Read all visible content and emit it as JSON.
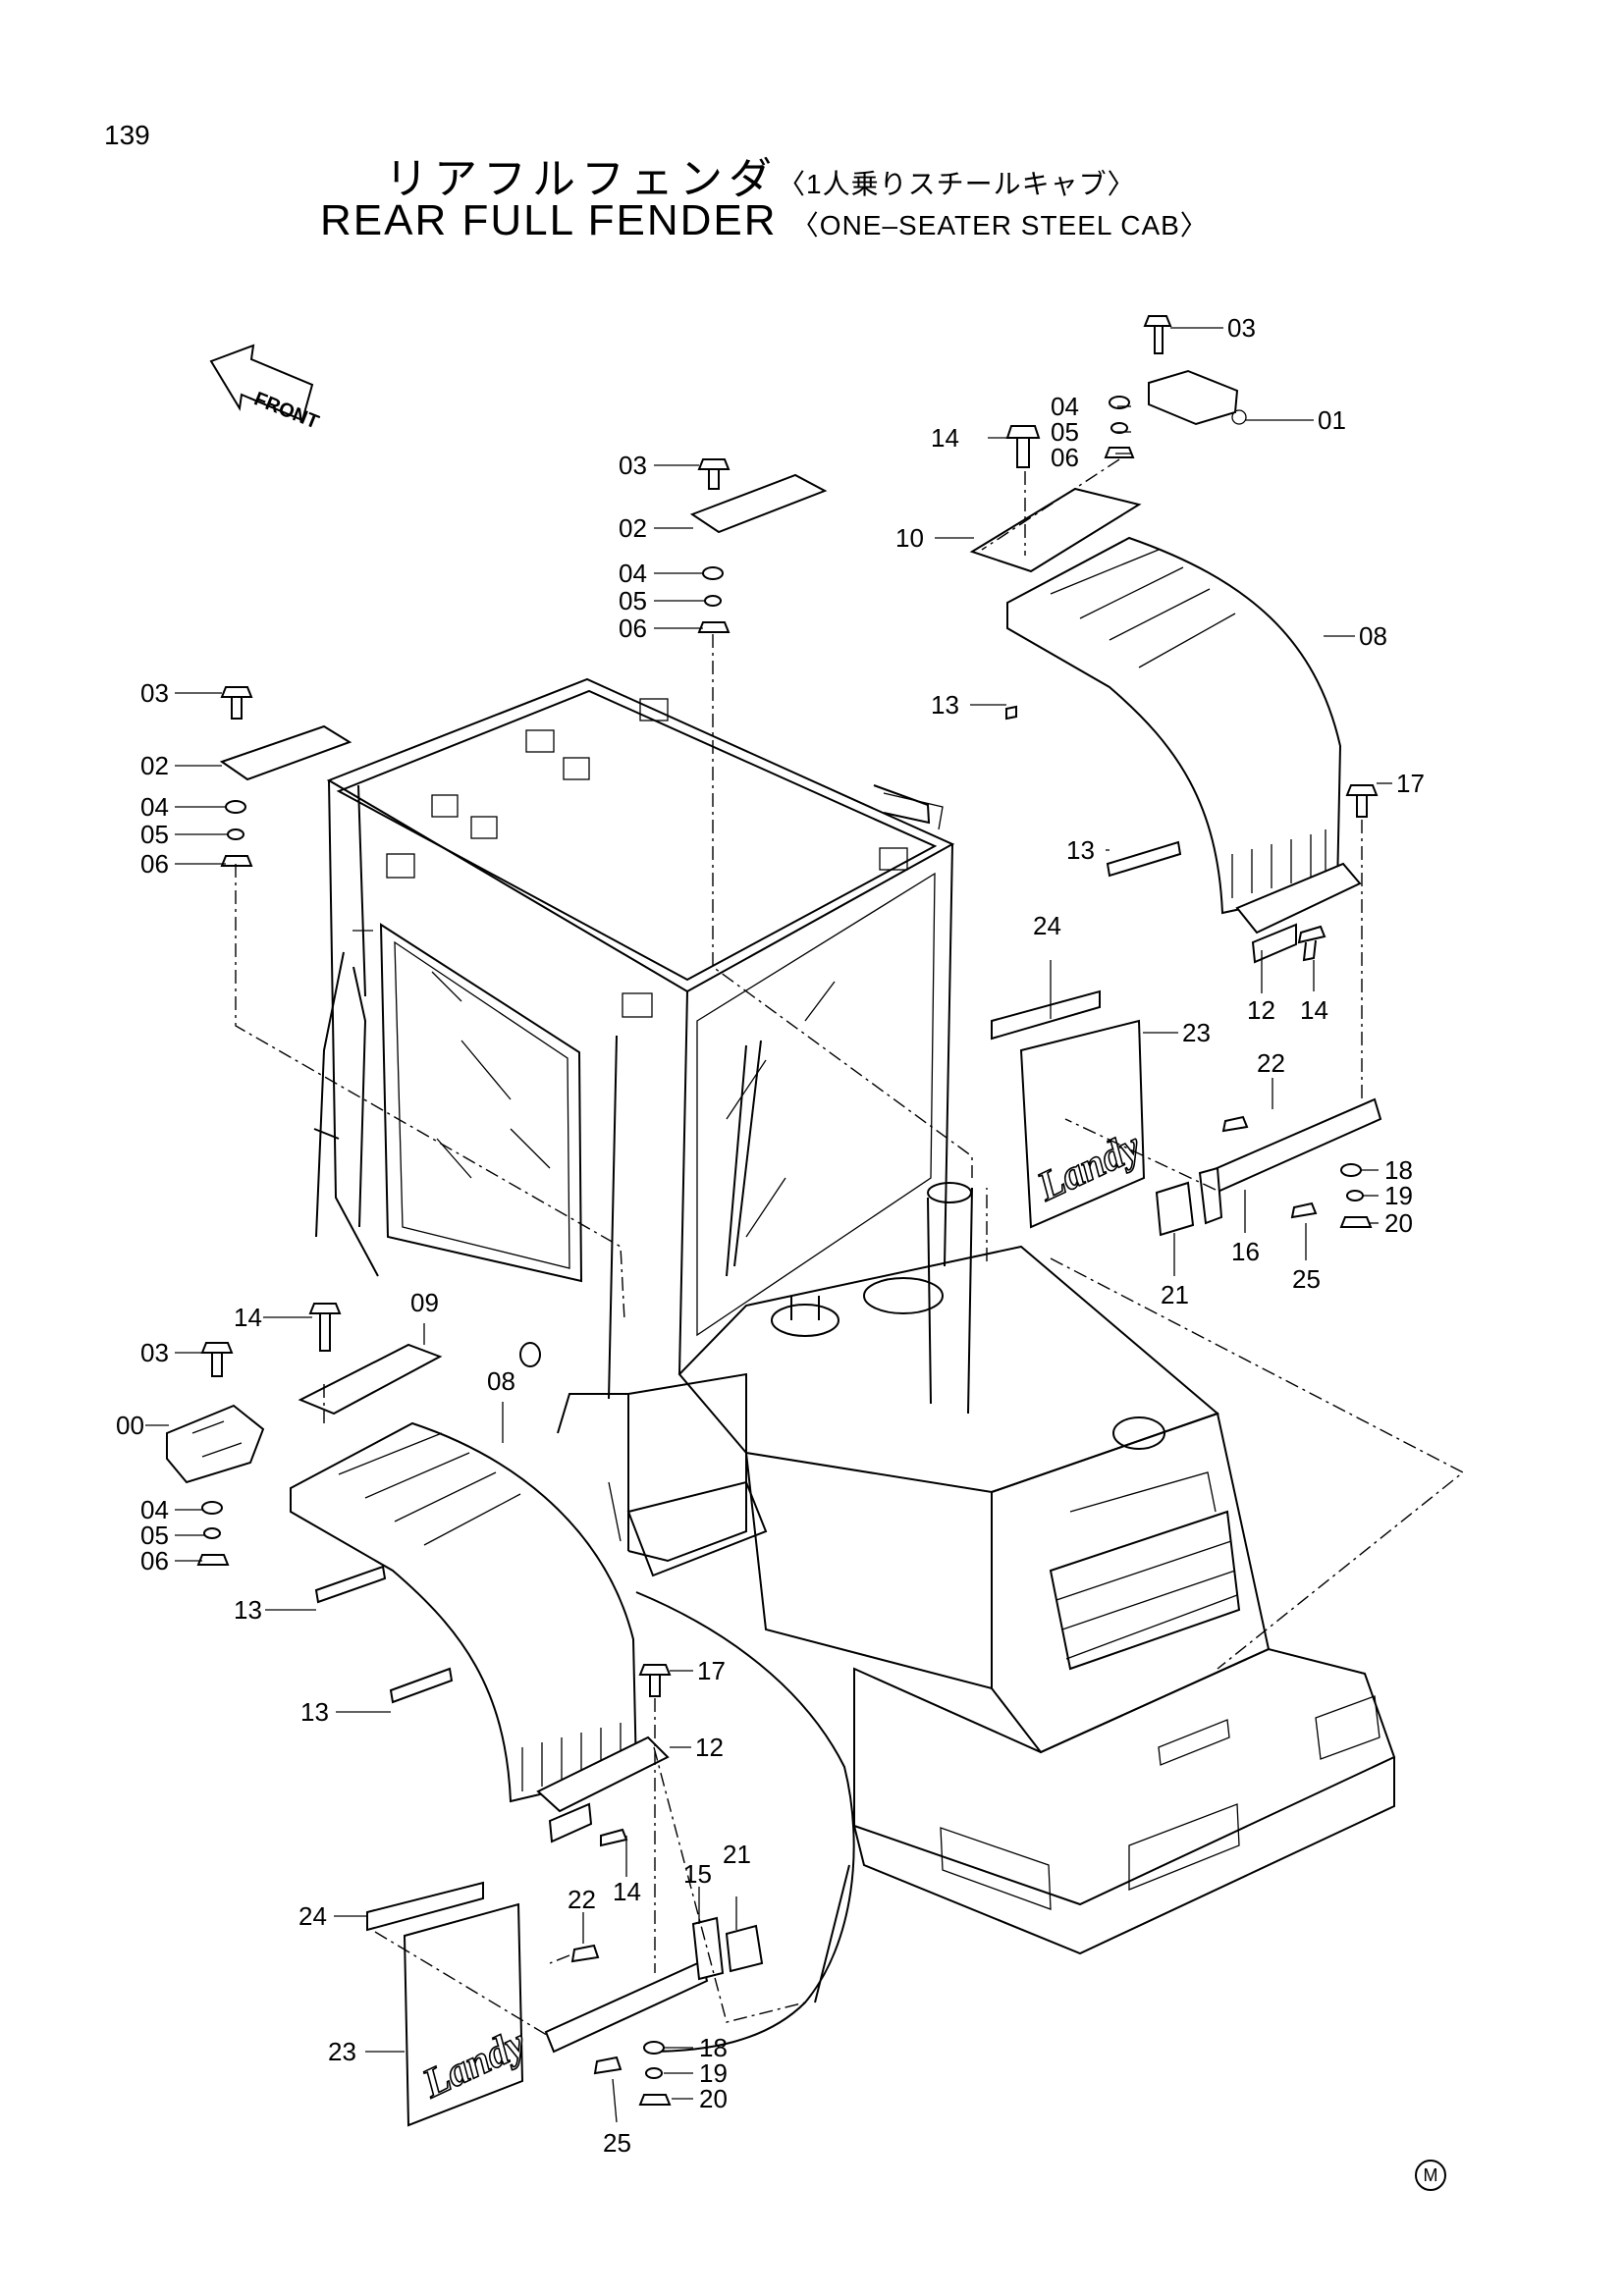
{
  "page": {
    "number": "139",
    "marker": "M"
  },
  "title": {
    "ja_main": "リアフルフェンダ",
    "ja_sub": "〈1人乗りスチールキャブ〉",
    "en_main": "REAR FULL FENDER",
    "en_sub": "〈ONE–SEATER STEEL CAB〉"
  },
  "direction_arrow": {
    "label": "FRONT"
  },
  "mudflap_logo": "Landy",
  "callouts": {
    "r_03": "03",
    "r_01": "01",
    "r_04": "04",
    "r_05": "05",
    "r_06": "06",
    "r_14": "14",
    "r_10": "10",
    "r_08": "08",
    "r_13a": "13",
    "r_13b": "13",
    "r_17": "17",
    "r_12": "12",
    "r_14b": "14",
    "r_24": "24",
    "r_23": "23",
    "r_22": "22",
    "r_18": "18",
    "r_19": "19",
    "r_20": "20",
    "r_16": "16",
    "r_21": "21",
    "r_25": "25",
    "m_03": "03",
    "m_02": "02",
    "m_04": "04",
    "m_05": "05",
    "m_06": "06",
    "ul_03": "03",
    "ul_02": "02",
    "ul_04": "04",
    "ul_05": "05",
    "ul_06": "06",
    "l_14": "14",
    "l_09": "09",
    "l_03": "03",
    "l_00": "00",
    "l_08": "08",
    "l_04": "04",
    "l_05": "05",
    "l_06": "06",
    "l_13a": "13",
    "l_13b": "13",
    "l_17": "17",
    "l_12": "12",
    "l_14b": "14",
    "l_22": "22",
    "l_15": "15",
    "l_21": "21",
    "l_24": "24",
    "l_23": "23",
    "l_18": "18",
    "l_19": "19",
    "l_20": "20",
    "l_25": "25"
  }
}
